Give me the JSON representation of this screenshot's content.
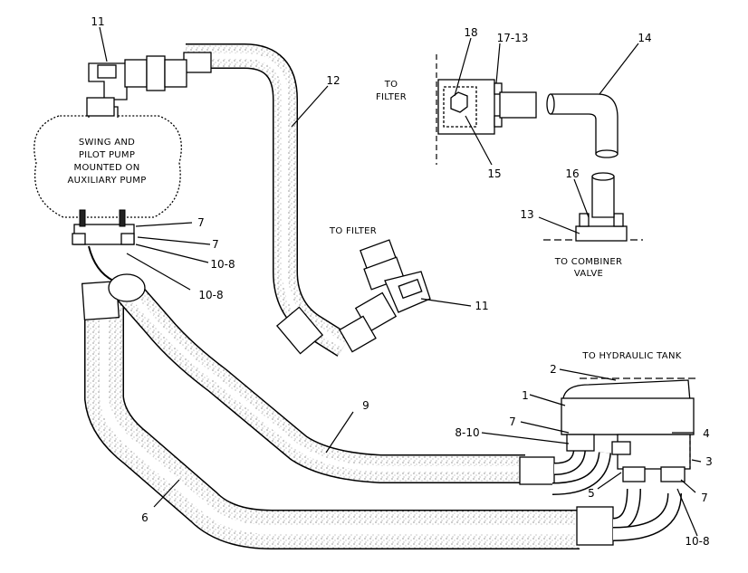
{
  "captions": {
    "pump_text": [
      "SWING AND",
      "PILOT PUMP",
      "MOUNTED ON",
      "AUXILIARY PUMP"
    ],
    "to_filter_top": [
      "TO",
      "FILTER"
    ],
    "to_filter_mid": "TO FILTER",
    "to_combiner": [
      "TO COMBINER",
      "VALVE"
    ],
    "to_tank": "TO HYDRAULIC TANK"
  },
  "callouts": {
    "c11_top": "11",
    "c12": "12",
    "c18": "18",
    "c17_13": "17-13",
    "c14": "14",
    "c15": "15",
    "c16": "16",
    "c13": "13",
    "c7_a": "7",
    "c7_b": "7",
    "c10_8_a": "10-8",
    "c10_8_b": "10-8",
    "c11_mid": "11",
    "c2": "2",
    "c1": "1",
    "c9": "9",
    "c8_10": "8-10",
    "c7_c": "7",
    "c4": "4",
    "c3": "3",
    "c5": "5",
    "c7_d": "7",
    "c6": "6",
    "c10_8_c": "10-8"
  }
}
